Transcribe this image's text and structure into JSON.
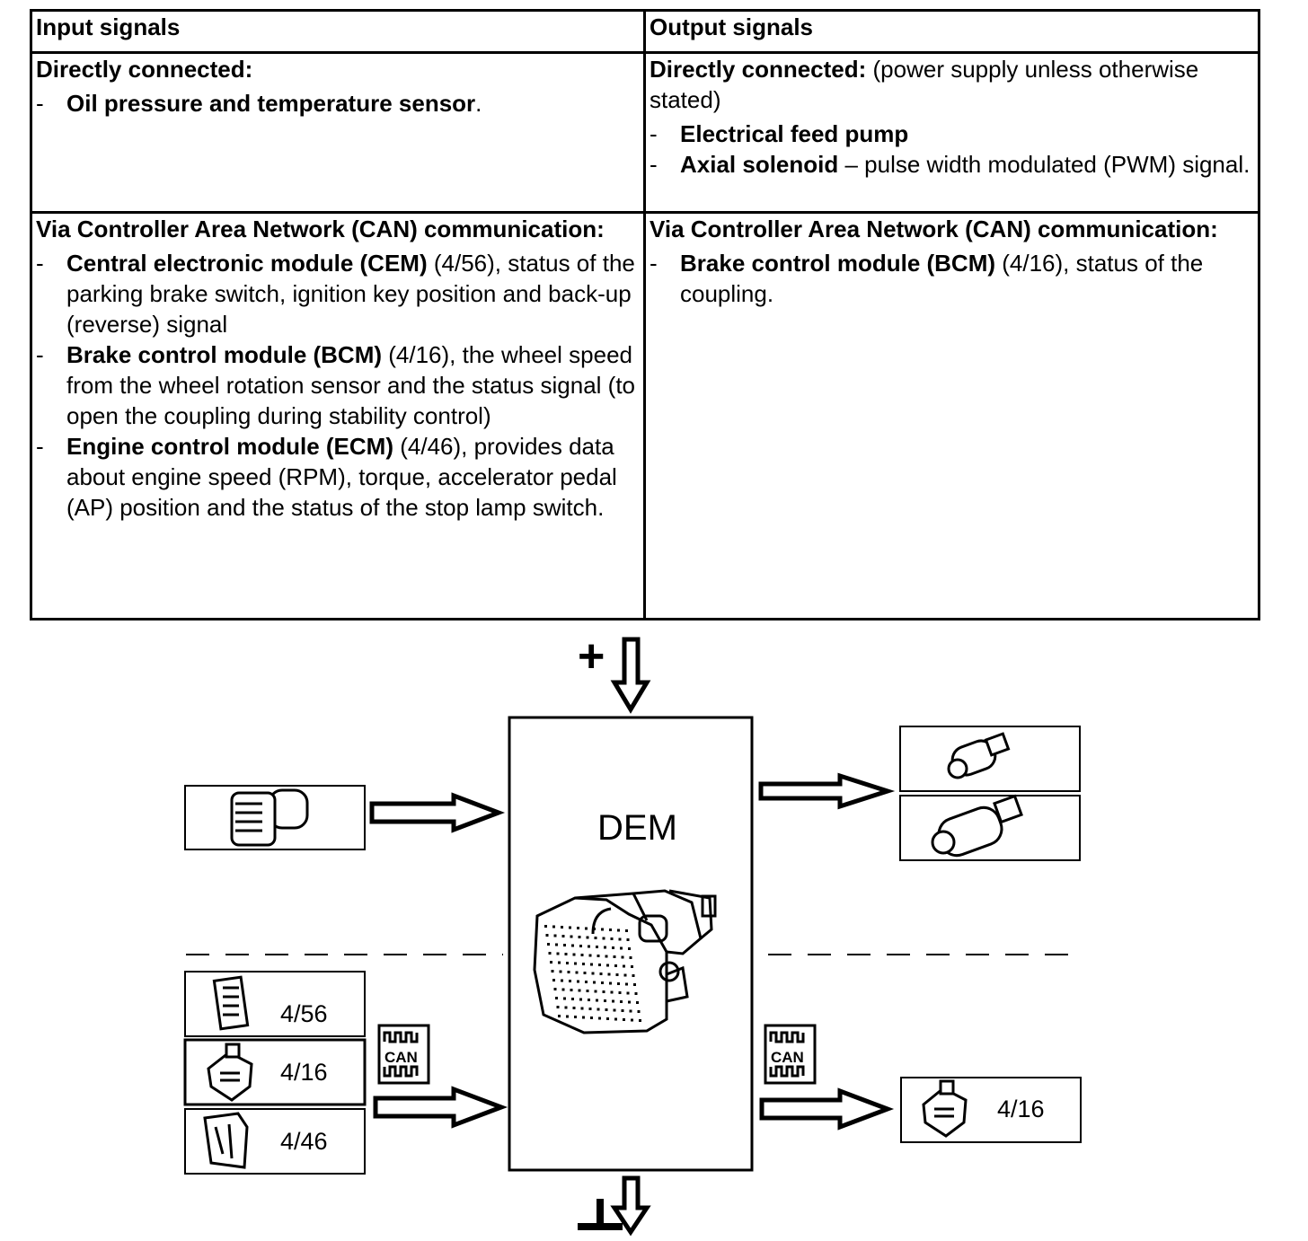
{
  "table": {
    "input_header": "Input signals",
    "output_header": "Output signals",
    "input_direct": {
      "title": "Directly connected:",
      "items": [
        {
          "bold": "Oil pressure and temperature sensor",
          "text": "."
        }
      ]
    },
    "output_direct": {
      "title": "Directly connected:",
      "title_note": " (power supply unless otherwise stated)",
      "items": [
        {
          "bold": "Electrical feed pump",
          "text": ""
        },
        {
          "bold": "Axial solenoid",
          "text": " – pulse width modulated (PWM) signal."
        }
      ]
    },
    "input_can": {
      "title": "Via Controller Area Network (CAN) communication:",
      "items": [
        {
          "bold": "Central electronic module (CEM)",
          "text": " (4/56), status of the parking brake switch, ignition key position and back-up (reverse) signal"
        },
        {
          "bold": "Brake control module (BCM)",
          "text": " (4/16), the wheel speed from the wheel rotation sensor and the status signal (to open the coupling during stability control)"
        },
        {
          "bold": "Engine control module (ECM)",
          "text": " (4/46), provides data about engine speed (RPM), torque, accelerator pedal (AP) position and the status of the stop lamp switch."
        }
      ]
    },
    "output_can": {
      "title": "Via Controller Area Network (CAN) communication:",
      "items": [
        {
          "bold": "Brake control module (BCM)",
          "text": " (4/16), status of the coupling."
        }
      ]
    }
  },
  "diagram": {
    "module_label": "DEM",
    "can_label": "CAN",
    "inputs": [
      {
        "ref": "4/56",
        "icon": "cem-module-icon"
      },
      {
        "ref": "4/16",
        "icon": "bcm-module-icon"
      },
      {
        "ref": "4/46",
        "icon": "ecm-module-icon"
      }
    ],
    "outputs": [
      {
        "ref": "4/16",
        "icon": "bcm-module-icon"
      }
    ],
    "power_symbol": "+",
    "ground_symbol": "⊥"
  }
}
